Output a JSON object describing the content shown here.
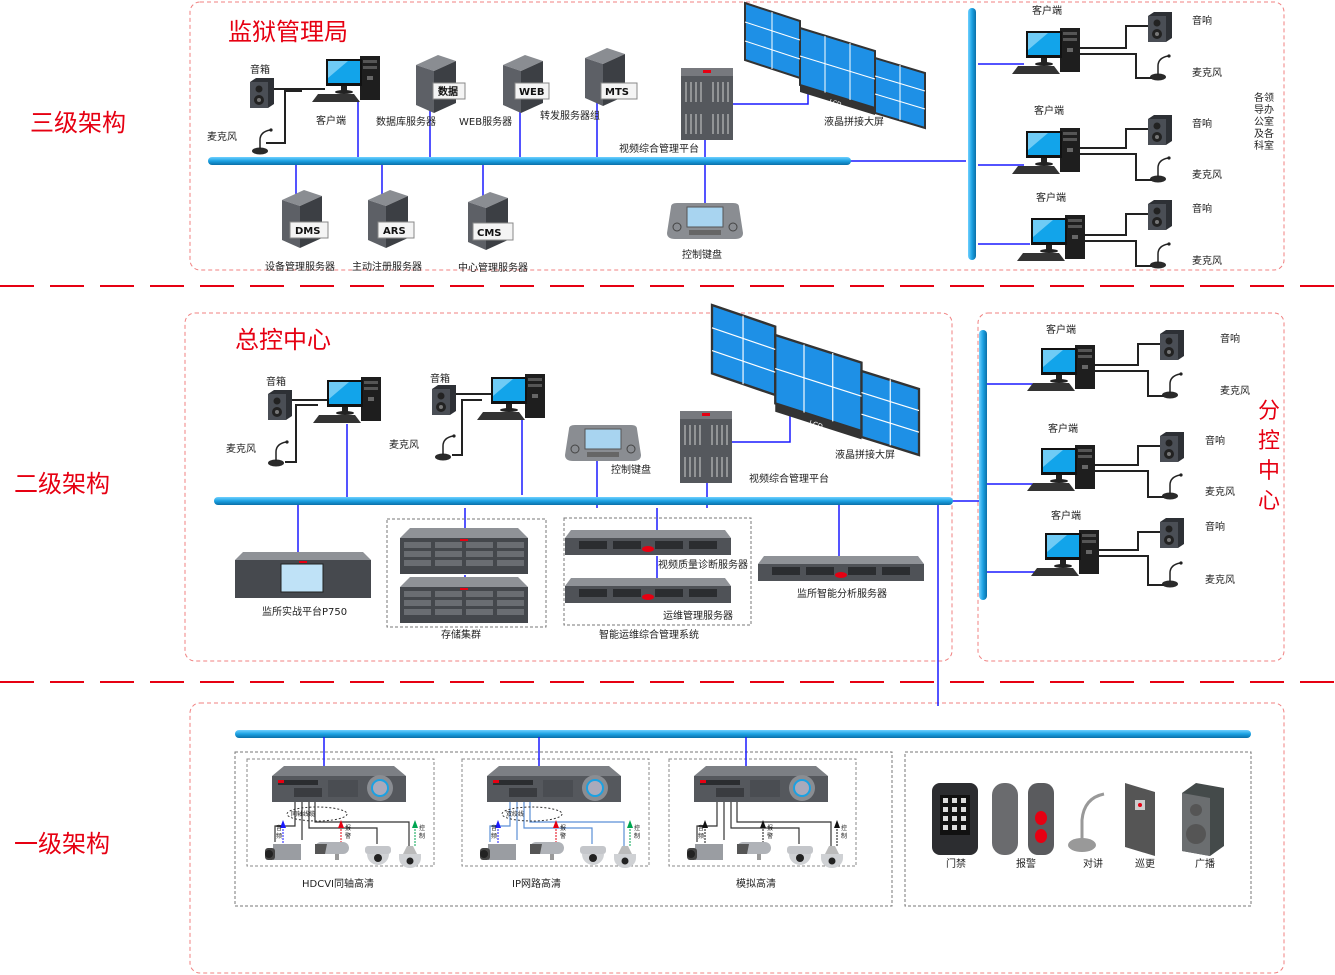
{
  "tiers": {
    "tier3": "三级架构",
    "tier2": "二级架构",
    "tier1": "一级架构"
  },
  "colors": {
    "bus": "#1ba1e2",
    "link": "#1a1aff",
    "red": "#e60012",
    "frame": "#f08080"
  },
  "prison_bureau": {
    "title": "监狱管理局",
    "speaker": "音箱",
    "client": "客户端",
    "mic": "麦克风",
    "db_tag": "数据",
    "db_server": "数据库服务器",
    "web_tag": "WEB",
    "web_server": "WEB服务器",
    "mts_tag": "MTS",
    "forward_servers": "转发服务器组",
    "platform": "视频综合管理平台",
    "lcd_wall": "液晶拼接大屏",
    "lcd_brand": "LCD",
    "keyboard": "控制键盘",
    "dms_tag": "DMS",
    "dms": "设备管理服务器",
    "ars_tag": "ARS",
    "ars": "主动注册服务器",
    "cms_tag": "CMS",
    "cms": "中心管理服务器",
    "offices_label": "各领导办公室及各科室",
    "office_clients": [
      {
        "client": "客户端",
        "speaker": "音响",
        "mic": "麦克风"
      },
      {
        "client": "客户端",
        "speaker": "音响",
        "mic": "麦克风"
      },
      {
        "client": "客户端",
        "speaker": "音响",
        "mic": "麦克风"
      }
    ]
  },
  "control_center": {
    "title": "总控中心",
    "stations": [
      {
        "speaker": "音箱",
        "mic": "麦克风"
      },
      {
        "speaker": "音箱",
        "mic": "麦克风"
      }
    ],
    "keyboard": "控制键盘",
    "platform": "视频综合管理平台",
    "lcd_wall": "液晶拼接大屏",
    "lcd_brand": "LCD",
    "p750": "监所实战平台P750",
    "storage": "存储集群",
    "vq_server": "视频质量诊断服务器",
    "ops_server": "运维管理服务器",
    "ops_system": "智能运维综合管理系统",
    "analysis_server": "监所智能分析服务器"
  },
  "branch_center": {
    "title": "分控中心",
    "clients": [
      {
        "client": "客户端",
        "speaker": "音响",
        "mic": "麦克风"
      },
      {
        "client": "客户端",
        "speaker": "音响",
        "mic": "麦克风"
      },
      {
        "client": "客户端",
        "speaker": "音响",
        "mic": "麦克风"
      }
    ]
  },
  "front_end": {
    "groups": [
      {
        "name": "HDCVI同轴高清",
        "cable": "同轴线缆",
        "audio": "音频",
        "alarm": "报警",
        "control": "控制",
        "audio_color": "#1a1aff",
        "alarm_color": "#e60012",
        "control_color": "#00a651",
        "wire_color": "#333333"
      },
      {
        "name": "IP网路高清",
        "cable": "双绞线",
        "audio": "音频",
        "alarm": "报警",
        "control": "控制",
        "audio_color": "#1a1aff",
        "alarm_color": "#e60012",
        "control_color": "#00a651",
        "wire_color": "#5b8fd6"
      },
      {
        "name": "模拟高清",
        "cable": "",
        "audio": "音频",
        "alarm": "报警",
        "control": "控制",
        "audio_color": "#111111",
        "alarm_color": "#111111",
        "control_color": "#111111",
        "wire_color": "#333333"
      }
    ],
    "devices": [
      {
        "label": "门禁",
        "icon": "access-control-keypad-icon"
      },
      {
        "label": "报警",
        "icon": "alarm-button-icon"
      },
      {
        "label": "对讲",
        "icon": "intercom-mic-icon"
      },
      {
        "label": "巡更",
        "icon": "patrol-point-icon"
      },
      {
        "label": "广播",
        "icon": "broadcast-speaker-icon"
      }
    ]
  }
}
